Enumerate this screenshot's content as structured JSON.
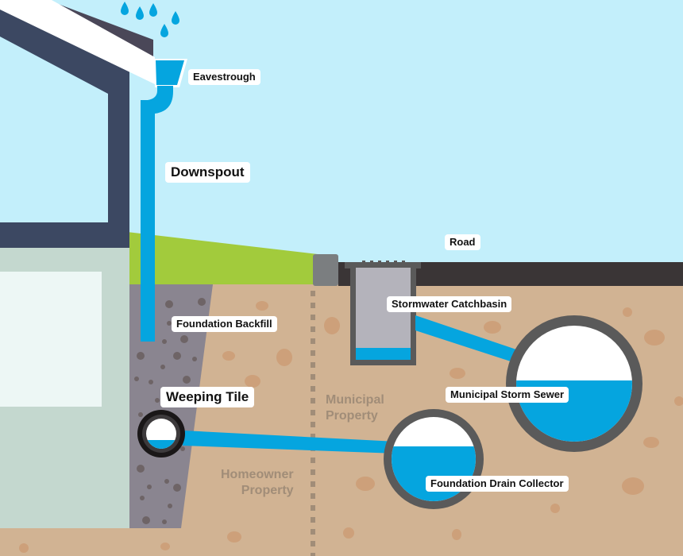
{
  "diagram": {
    "title": "Residential Stormwater Drainage",
    "labels": {
      "eavestrough": "Eavestrough",
      "downspout": "Downspout",
      "road": "Road",
      "stormwater_catchbasin": "Stormwater Catchbasin",
      "foundation_backfill": "Foundation Backfill",
      "weeping_tile": "Weeping Tile",
      "municipal_storm_sewer": "Municipal Storm Sewer",
      "foundation_drain_collector": "Foundation Drain Collector"
    },
    "zones": {
      "municipal_line1": "Municipal",
      "municipal_line2": "Property",
      "homeowner_line1": "Homeowner",
      "homeowner_line2": "Property"
    },
    "icons": [
      "rain-drop-icon",
      "pipe-icon"
    ],
    "colors": {
      "sky": "#c3effb",
      "water": "#05a5df",
      "soil": "#d1b393",
      "soil_pebble": "#cda07a",
      "house_trim": "#3c4862",
      "house_wall": "#c4d8cf",
      "window": "#edf7f5",
      "grass": "#a2cb3c",
      "road": "#3a3536",
      "backfill": "#8a8590",
      "pipe_wall": "#5a5a5a",
      "catchbasin_fill": "#b4b3bb",
      "zone_text": "#a18d78"
    }
  }
}
